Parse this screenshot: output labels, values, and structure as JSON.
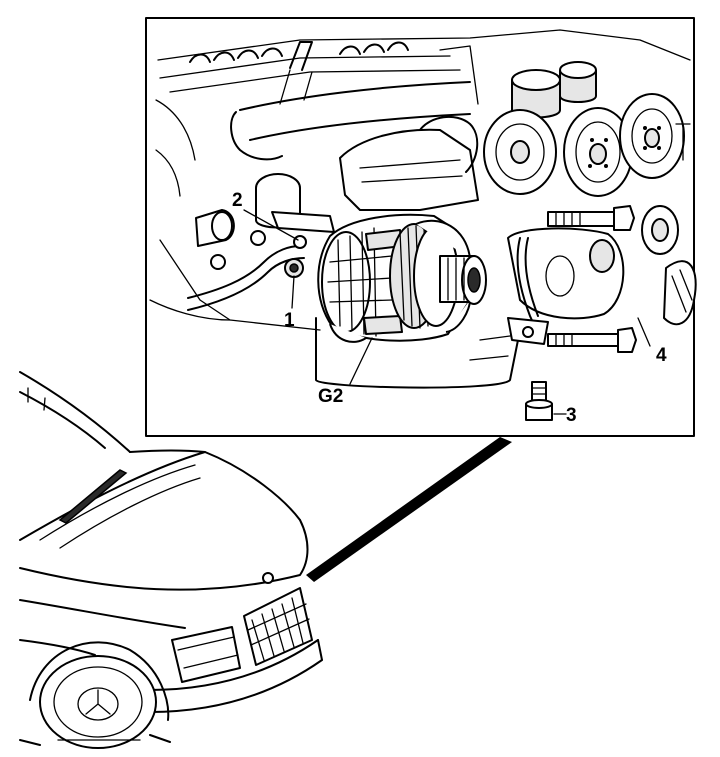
{
  "callouts": {
    "part_1": "1",
    "part_2": "2",
    "part_3": "3",
    "part_4": "4",
    "alternator": "G2"
  }
}
